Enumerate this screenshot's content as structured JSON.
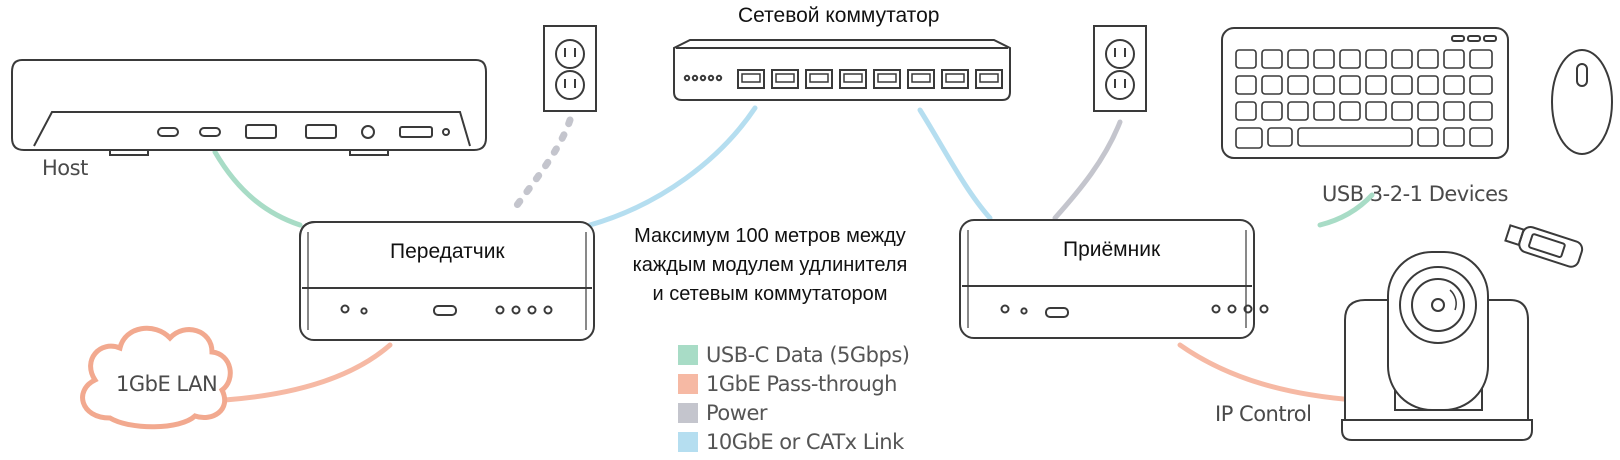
{
  "labels": {
    "switch": "Сетевой коммутатор",
    "host": "Host",
    "transmitter": "Передатчик",
    "receiver": "Приёмник",
    "usb_devices": "USB 3-2-1 Devices",
    "lan": "1GbE LAN",
    "ip_control": "IP Control"
  },
  "note": {
    "line1": "Максимум 100 метров между",
    "line2": "каждым модулем удлинителя",
    "line3": "и сетевым коммутатором"
  },
  "legend": [
    {
      "label": "USB-C Data (5Gbps)",
      "color": "#a8dcc6"
    },
    {
      "label": "1GbE Pass-through",
      "color": "#f6b9a4"
    },
    {
      "label": "Power",
      "color": "#c4c5cd"
    },
    {
      "label": "10GbE or CATx Link",
      "color": "#b5def0"
    }
  ],
  "colors": {
    "usb": "#a8dcc6",
    "lan": "#f6b9a4",
    "power": "#c4c5cd",
    "link": "#b5def0",
    "outline": "#3a3a3a"
  }
}
